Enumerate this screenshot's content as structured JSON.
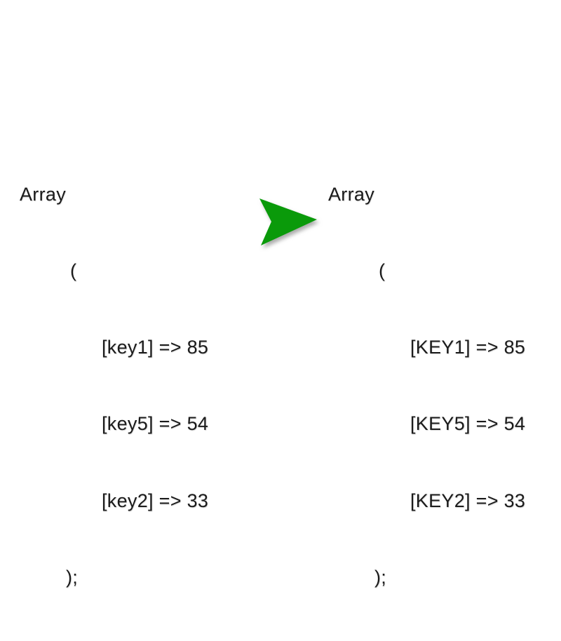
{
  "page": {
    "background_color": "#ffffff",
    "text_color": "#1b1b1b"
  },
  "arrow": {
    "name": "transform-arrow",
    "direction": "right",
    "color": "#0a9a0a"
  },
  "before": {
    "keyword": "Array",
    "open_paren": "(",
    "entries": [
      "[key1] => 85",
      "[key5] => 54",
      "[key2] => 33"
    ],
    "close": ");"
  },
  "after": {
    "keyword": "Array",
    "open_paren": "(",
    "entries": [
      "[KEY1] => 85",
      "[KEY5] => 54",
      "[KEY2] => 33"
    ],
    "close": ");"
  }
}
